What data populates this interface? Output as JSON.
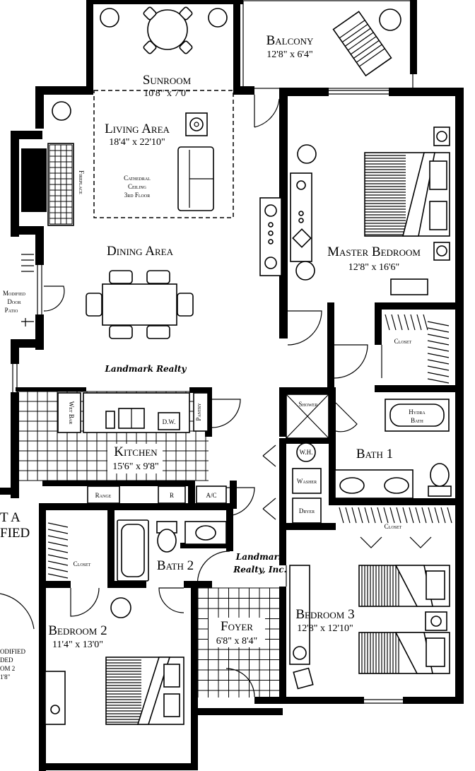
{
  "rooms": {
    "sunroom": {
      "name": "Sunroom",
      "dim": "10'8\" x 7'0\""
    },
    "balcony": {
      "name": "Balcony",
      "dim": "12'8\" x 6'4\""
    },
    "living": {
      "name": "Living Area",
      "dim": "18'4\" x 22'10\""
    },
    "dining": {
      "name": "Dining Area"
    },
    "master": {
      "name": "Master Bedroom",
      "dim": "12'8\" x 16'6\""
    },
    "kitchen": {
      "name": "Kitchen",
      "dim": "15'6\" x 9'8\""
    },
    "bath1": {
      "name": "Bath 1"
    },
    "bath2": {
      "name": "Bath 2"
    },
    "bedroom2": {
      "name": "Bedroom 2",
      "dim": "11'4\" x 13'0\""
    },
    "bedroom3": {
      "name": "Bedroom 3",
      "dim": "12'8\" x 12'10\""
    },
    "foyer": {
      "name": "Foyer",
      "dim": "6'8\" x 8'4\""
    }
  },
  "notes": {
    "ceiling": [
      "Cathedral",
      "Ceiling",
      "3rd Floor"
    ],
    "fireplace": "Fireplace",
    "closet": "Closet",
    "shower": "Shower",
    "hydra": [
      "Hydra",
      "Bath"
    ],
    "wh": "W.H.",
    "washer": "Washer",
    "dryer": "Dryer",
    "pantry": "Pantry",
    "wetbar": "Wet Bar",
    "dw": "D.W.",
    "range": "Range",
    "r": "R",
    "ac": "A/C",
    "patio": [
      "Modified",
      "Door",
      "Patio"
    ],
    "edge_left_a": "T A",
    "edge_left_fied": "FIED",
    "edge_left_bottom": [
      "ODIFIED",
      "DED",
      "OM 2",
      "1'8\""
    ]
  },
  "watermarks": {
    "w1": "Landmark Realty",
    "w2a": "Landmark",
    "w2b": "Realty, Inc."
  }
}
